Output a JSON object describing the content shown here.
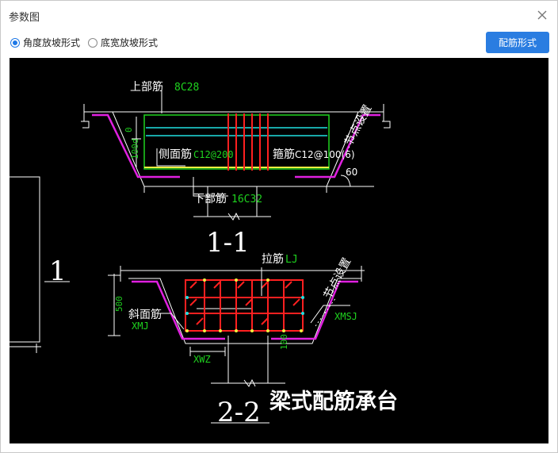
{
  "window": {
    "title": "参数图"
  },
  "options": {
    "angle_slope_label": "角度放坡形式",
    "width_slope_label": "底宽放坡形式",
    "selected": "angle_slope"
  },
  "toolbar": {
    "rebar_form_label": "配筋形式"
  },
  "drawing": {
    "section1": {
      "top_rebar_label": "上部筋",
      "top_rebar_value": "8C28",
      "side_rebar_label": "侧面筋",
      "side_rebar_value": "C12@200",
      "stirrup_label": "箍筋",
      "stirrup_value": "C12@100(6)",
      "bottom_rebar_label": "下部筋",
      "bottom_rebar_value": "16C32",
      "node_label": "节点设置",
      "angle": "60",
      "dim_top": "0",
      "dim_side": "100d",
      "section_title": "1-1"
    },
    "section2": {
      "tie_label": "拉筋",
      "tie_value": "LJ",
      "slope_label": "斜面筋",
      "slope_value": "XMJ",
      "xmsj_value": "XMSJ",
      "xwz_value": "XWZ",
      "node_label": "节点设置",
      "dim_height": "500",
      "dim_bottom": "100",
      "section_title": "2-2"
    },
    "side_marker": "1",
    "caption": "梁式配筋承台"
  },
  "colors": {
    "accent": "#2a7de1",
    "canvas_bg": "#000000",
    "cad_green": "#1fd31f",
    "cad_red": "#ff2020",
    "cad_magenta": "#e020e0",
    "cad_cyan": "#20e0e0",
    "cad_yellow": "#f0f040"
  }
}
